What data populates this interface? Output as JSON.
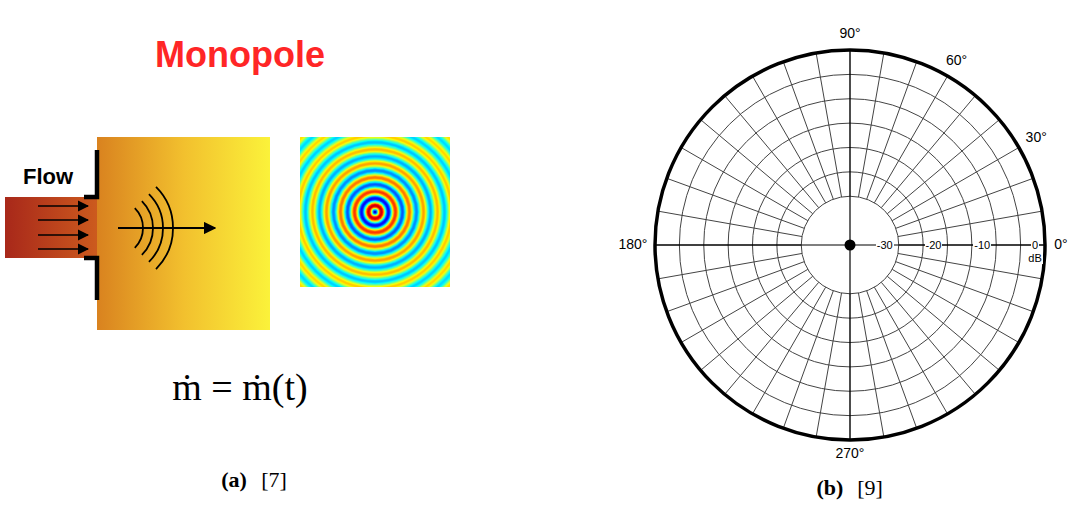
{
  "diagram": {
    "labels": [
      "Monopole",
      "Flow",
      "ṁ = ṁ(t)",
      "(a)",
      "[7]",
      "90°",
      "60°",
      "30°",
      "180°",
      "0°",
      "270°",
      "-30",
      "-20",
      "-10",
      "0",
      "dB",
      "(b)",
      "[9]"
    ]
  }
}
